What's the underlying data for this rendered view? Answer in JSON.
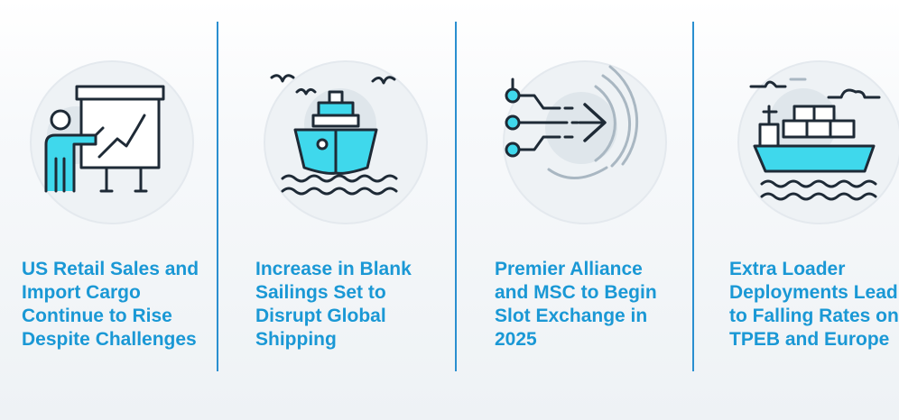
{
  "colors": {
    "accent": "#1a98d5",
    "icon_stroke": "#1e2a36",
    "icon_fill": "#3fd8ec",
    "circle": "#e9eef2"
  },
  "cards": [
    {
      "icon": "presentation-chart-icon",
      "headline": "US Retail Sales and Import Cargo Continue to Rise Despite Challenges"
    },
    {
      "icon": "ship-icon",
      "headline": "Increase in Blank Sailings Set to Disrupt Global Shipping"
    },
    {
      "icon": "network-arrow-icon",
      "headline": "Premier Alliance and MSC to Begin Slot Exchange in 2025"
    },
    {
      "icon": "container-ship-icon",
      "headline": "Extra Loader Deployments Lead to Falling Rates on TPEB and Europe"
    }
  ]
}
